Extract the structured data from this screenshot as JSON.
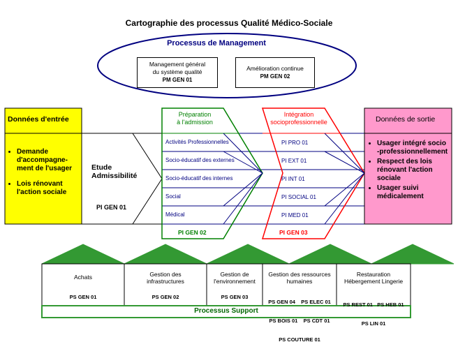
{
  "title": "Cartographie des processus Qualité Médico-Sociale",
  "management": {
    "title": "Processus de Management",
    "boxes": [
      {
        "name": "Management général du système qualité",
        "line1": "Management général",
        "line2": "du système qualité",
        "code": "PM GEN 01"
      },
      {
        "name": "Amélioration continue",
        "line1": "Amélioration continue",
        "code": "PM GEN 02"
      }
    ]
  },
  "inputs": {
    "header": "Données d'entrée",
    "items": [
      "Demande d'accompagne-ment de l'usager",
      "Lois rénovant l'action sociale"
    ]
  },
  "admissibility": {
    "label_line1": "Etude",
    "label_line2": "Admissibilité",
    "code": "PI GEN 01"
  },
  "preparation": {
    "header_line1": "Préparation",
    "header_line2": "à l'admission",
    "code": "PI GEN 02",
    "rows": [
      "Activités Professionnelles",
      "Socio-éducatif des externes",
      "Socio-éducatif des internes",
      "Social",
      "Médical"
    ]
  },
  "integration": {
    "header_line1": "Intégration",
    "header_line2": "socioprofessionnelle",
    "code": "PI GEN 03",
    "rows": [
      "PI PRO 01",
      "PI EXT 01",
      "PI INT 01",
      "PI SOCIAL 01",
      "PI MED 01"
    ]
  },
  "outputs": {
    "header": "Données de sortie",
    "items": [
      "Usager intégré socio -professionnellement",
      "Respect des lois rénovant l'action sociale",
      "Usager suivi médicalement"
    ]
  },
  "support": {
    "title": "Processus Support",
    "items": [
      {
        "name": "Achats",
        "codes": [
          "PS GEN 01"
        ]
      },
      {
        "name": "Gestion des infrastructures",
        "line1": "Gestion des",
        "line2": "infrastructures",
        "codes": [
          "PS GEN 02"
        ]
      },
      {
        "name": "Gestion de l'environnement",
        "line1": "Gestion de",
        "line2": "l'environnement",
        "codes": [
          "PS GEN 03"
        ]
      },
      {
        "name": "Gestion des ressources humaines",
        "line1": "Gestion des ressources",
        "line2": "humaines",
        "codes_line1": "PS GEN 04    PS ELEC 01",
        "codes_line2": "PS BOIS 01    PS CDT 01",
        "codes_line3": "PS COUTURE 01"
      },
      {
        "name": "Restauration Hébergement Lingerie",
        "line1": "Restauration",
        "line2": "Hébergement Lingerie",
        "codes_line1": "PS REST 01   PS HEB 01",
        "codes_line2": "PS LIN 01"
      }
    ]
  },
  "colors": {
    "navy": "#000080",
    "blue": "#0000ff",
    "green": "#008000",
    "red": "#ff0000",
    "yellow": "#ffff00",
    "pink": "#ff99cc",
    "support_green": "#339933"
  }
}
